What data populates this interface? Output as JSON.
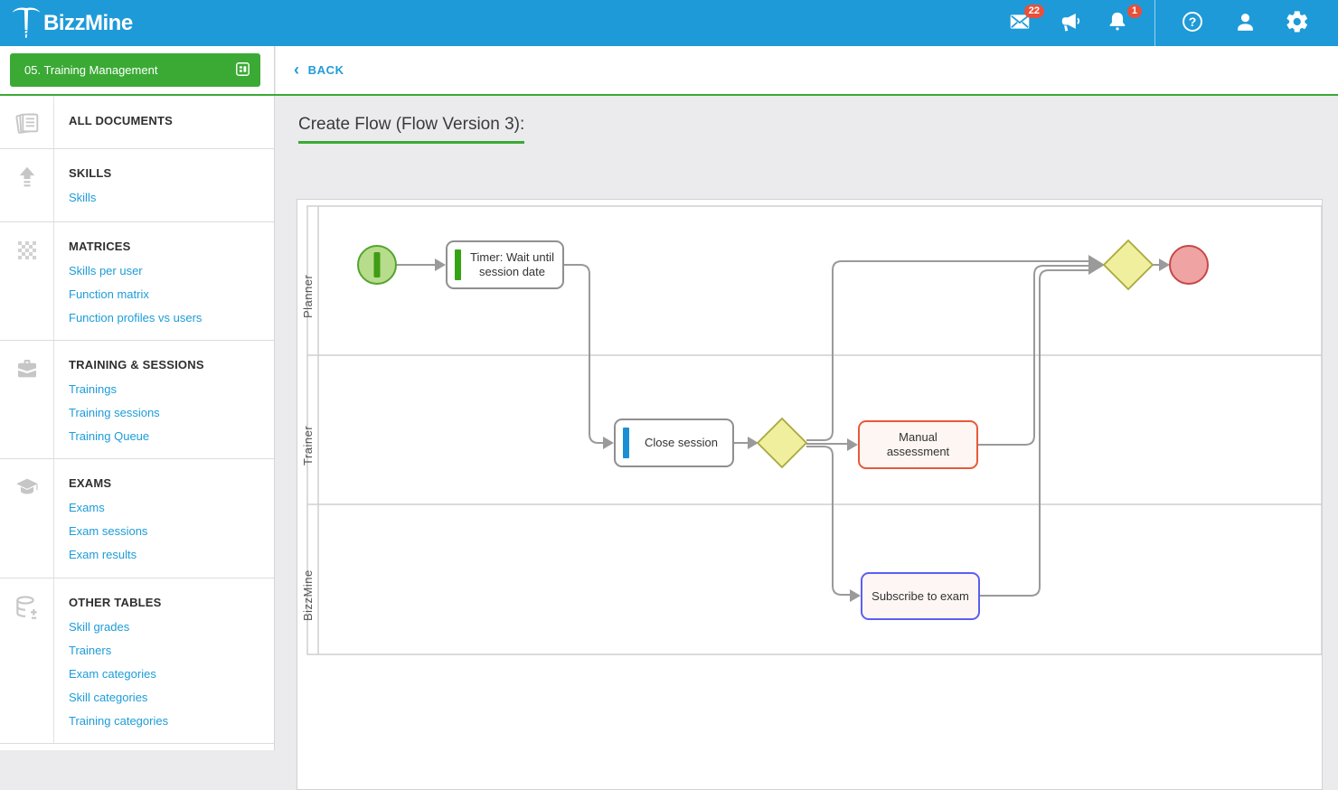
{
  "header": {
    "brand": "BizzMine",
    "messages_badge": "22",
    "notifications_badge": "1"
  },
  "sidebar": {
    "app_button": {
      "label": "05. Training Management"
    },
    "sections": [
      {
        "title": "ALL DOCUMENTS",
        "icon": "documents",
        "links": []
      },
      {
        "title": "SKILLS",
        "icon": "skills",
        "links": [
          "Skills"
        ]
      },
      {
        "title": "MATRICES",
        "icon": "matrix",
        "links": [
          "Skills per user",
          "Function matrix",
          "Function profiles vs users"
        ]
      },
      {
        "title": "TRAINING & SESSIONS",
        "icon": "briefcase",
        "links": [
          "Trainings",
          "Training sessions",
          "Training Queue"
        ]
      },
      {
        "title": "EXAMS",
        "icon": "graduation-cap",
        "links": [
          "Exams",
          "Exam sessions",
          "Exam results"
        ]
      },
      {
        "title": "OTHER TABLES",
        "icon": "database",
        "links": [
          "Skill grades",
          "Trainers",
          "Exam categories",
          "Skill categories",
          "Training categories"
        ]
      }
    ]
  },
  "toolbar": {
    "back_label": "BACK"
  },
  "main": {
    "title": "Create Flow (Flow Version 3):"
  },
  "diagram": {
    "lanes": [
      "Planner",
      "Trainer",
      "BizzMine"
    ],
    "nodes": {
      "start_event": {
        "type": "start-event"
      },
      "timer_task": {
        "line1": "Timer: Wait until",
        "line2": "session date"
      },
      "close_task": {
        "line1": "Close session"
      },
      "gateway_trainer": {
        "type": "gateway"
      },
      "manual_task": {
        "line1": "Manual",
        "line2": "assessment"
      },
      "subscribe_task": {
        "line1": "Subscribe to exam"
      },
      "gateway_end": {
        "type": "gateway"
      },
      "end_event": {
        "type": "end-event"
      }
    }
  },
  "colors": {
    "header_blue": "#1e9ad8",
    "accent_green": "#3aaa35",
    "link_blue": "#1d9cd8",
    "badge_red": "#e8503a",
    "gateway_yellow": "#efef9e",
    "start_green": "#b7dc8b",
    "end_red": "#efa3a3",
    "manual_border": "#e8593a",
    "subscribe_border": "#5c5ff2"
  }
}
